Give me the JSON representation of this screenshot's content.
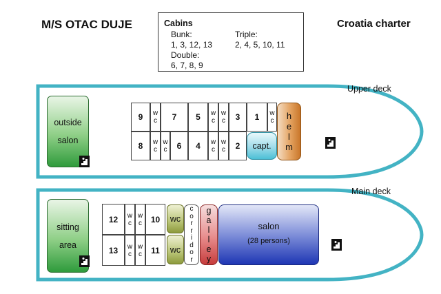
{
  "header": {
    "title": "M/S OTAC DUJE",
    "subtitle": "Croatia charter"
  },
  "legend": {
    "title": "Cabins",
    "bunk_label": "Bunk:",
    "bunk_list": "1, 3, 12, 13",
    "triple_label": "Triple:",
    "triple_list": "2, 4, 5, 10, 11",
    "double_label": "Double:",
    "double_list": "6, 7, 8, 9"
  },
  "upper_deck": {
    "label": "Upper deck",
    "outside_salon": [
      "outside",
      "salon"
    ],
    "cabins": {
      "c9": "9",
      "c7": "7",
      "c5": "5",
      "c3": "3",
      "c1": "1",
      "c8": "8",
      "c6": "6",
      "c4": "4",
      "c2": "2"
    },
    "wc": [
      "w",
      "c"
    ],
    "captain": "capt.",
    "helm": [
      "h",
      "e",
      "l",
      "m"
    ]
  },
  "main_deck": {
    "label": "Main deck",
    "sitting_area": [
      "sitting",
      "area"
    ],
    "cabins": {
      "c12": "12",
      "c10": "10",
      "c13": "13",
      "c11": "11"
    },
    "wc": [
      "w",
      "c"
    ],
    "wc_room": "wc",
    "corridor": [
      "c",
      "o",
      "r",
      "r",
      "i",
      "d",
      "o",
      "r"
    ],
    "galley": [
      "g",
      "a",
      "l",
      "l",
      "e",
      "y"
    ],
    "salon": "salon",
    "salon_capacity": "(28 persons)"
  },
  "colors": {
    "hull": "#43b3c4",
    "green": "#2f9b3c",
    "olive": "#8d9a3c",
    "captain": "#4cc0d6",
    "helm": "#c9762a",
    "galley": "#c63c3c",
    "salon": "#1e36b4"
  },
  "icons": [
    "stairs-icon"
  ]
}
